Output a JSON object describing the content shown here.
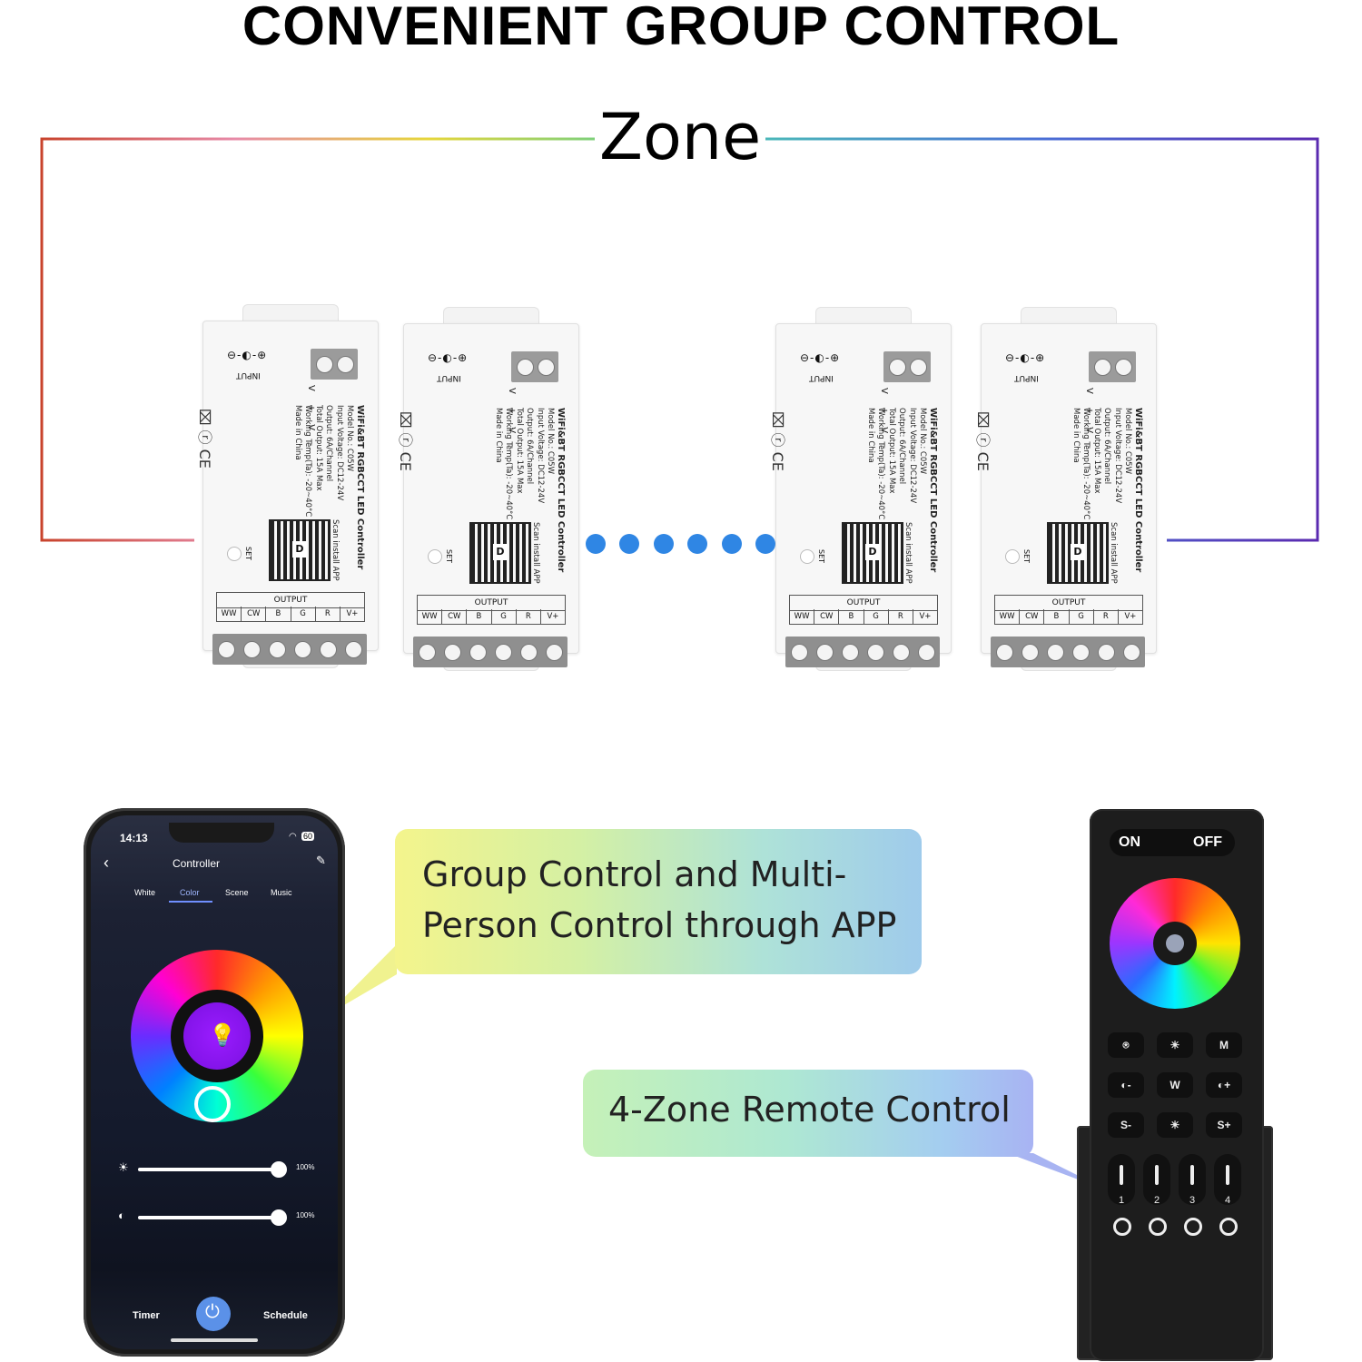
{
  "headline": "CONVENIENT GROUP CONTROL",
  "zone_label": "Zone",
  "controller": {
    "input_label": "INPUT",
    "dc_symbol": "⊖-◐-⊕",
    "vminus": "V-",
    "vplus": "V+",
    "title": "WiFi&BT RGBCCT LED Controller",
    "model": "Model No.: C05W",
    "input_voltage": "Input Voltage: DC12-24V",
    "output": "Output: 6A/Channel",
    "total_output": "Total Output: 15A Max",
    "working_temp": "Working Temp(Ta): -20~40°C",
    "made_in": "Made in China",
    "scan": "Scan install APP",
    "set_label": "SET",
    "output_label": "OUTPUT",
    "pins": [
      "WW",
      "CW",
      "B",
      "G",
      "R",
      "V+"
    ],
    "cert": "⌧ ⓡ CE"
  },
  "callouts": {
    "app_line1": "Group Control and Multi-",
    "app_line2": "Person Control through APP",
    "remote": "4-Zone Remote Control"
  },
  "phone": {
    "time": "14:13",
    "battery": "60",
    "title": "Controller",
    "tabs": [
      "White",
      "Color",
      "Scene",
      "Music"
    ],
    "active_tab": "Color",
    "brightness_value": "100%",
    "saturation_value": "100%",
    "bottom_left": "Timer",
    "bottom_right": "Schedule"
  },
  "remote": {
    "on": "ON",
    "off": "OFF",
    "row1": [
      "",
      "",
      "M"
    ],
    "row2": [
      "",
      "W",
      ""
    ],
    "row3": [
      "S-",
      "",
      "S+"
    ],
    "zones": [
      "1",
      "2",
      "3",
      "4"
    ]
  },
  "colors": {
    "dot": "#2f86e4",
    "power": "#5b91e8"
  }
}
